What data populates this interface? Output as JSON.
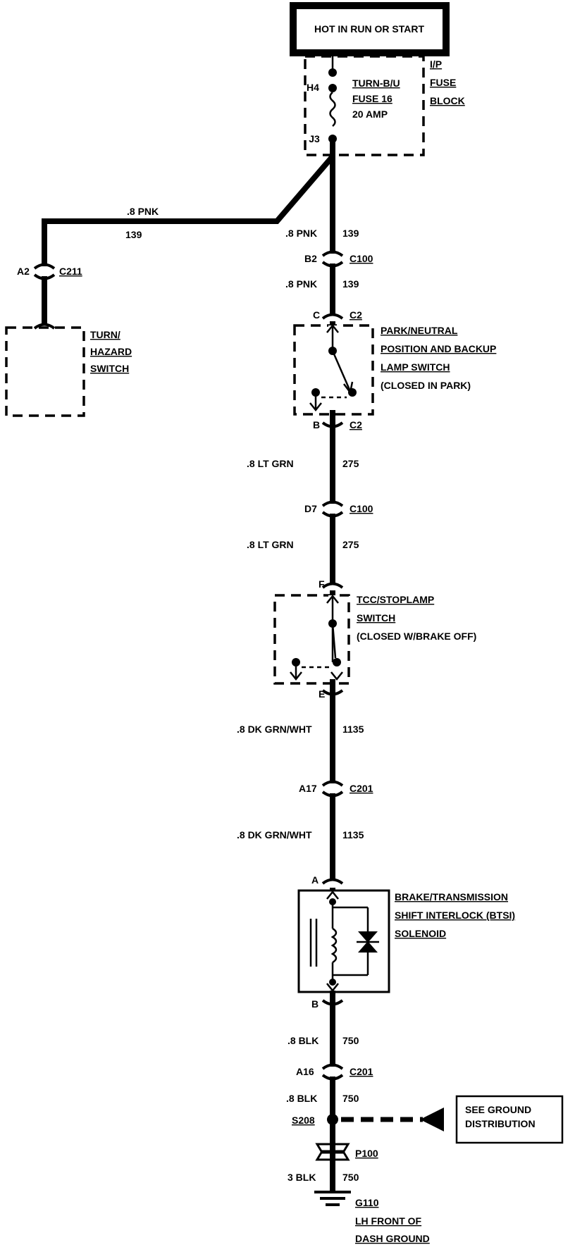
{
  "header": {
    "text": "HOT IN RUN OR START"
  },
  "fuse_block": {
    "name_lines": [
      "I/P",
      "FUSE",
      "BLOCK"
    ],
    "fuse_lines": [
      "TURN-B/U",
      "FUSE 16",
      "20 AMP"
    ],
    "pin_top": "H4",
    "pin_bottom": "J3"
  },
  "branch": {
    "wire": ".8 PNK",
    "circuit": "139"
  },
  "turn_connector": {
    "pin": "A2",
    "name": "C211"
  },
  "turn_switch": {
    "lines": [
      "TURN/",
      "HAZARD",
      "SWITCH"
    ]
  },
  "main": {
    "w1": {
      "wire": ".8 PNK",
      "circuit": "139"
    },
    "c100_1": {
      "pin": "B2",
      "name": "C100"
    },
    "w2": {
      "wire": ".8 PNK",
      "circuit": "139"
    },
    "png_top": {
      "pin": "C",
      "name": "C2"
    },
    "png_switch": {
      "lines": [
        "PARK/NEUTRAL",
        "POSITION AND BACKUP",
        "LAMP SWITCH",
        "(CLOSED IN PARK)"
      ]
    },
    "png_bottom": {
      "pin": "B",
      "name": "C2"
    },
    "w3": {
      "wire": ".8 LT GRN",
      "circuit": "275"
    },
    "c100_2": {
      "pin": "D7",
      "name": "C100"
    },
    "w4": {
      "wire": ".8 LT GRN",
      "circuit": "275"
    },
    "tcc_top": {
      "pin": "F"
    },
    "tcc_switch": {
      "lines": [
        "TCC/STOPLAMP",
        "SWITCH",
        "(CLOSED W/BRAKE OFF)"
      ]
    },
    "tcc_bottom": {
      "pin": "E"
    },
    "w5": {
      "wire": ".8 DK GRN/WHT",
      "circuit": "1135"
    },
    "c201_1": {
      "pin": "A17",
      "name": "C201"
    },
    "w6": {
      "wire": ".8 DK GRN/WHT",
      "circuit": "1135"
    },
    "sol_top": {
      "pin": "A"
    },
    "solenoid": {
      "lines": [
        "BRAKE/TRANSMISSION",
        "SHIFT INTERLOCK (BTSI)",
        "SOLENOID"
      ]
    },
    "sol_bottom": {
      "pin": "B"
    },
    "w7": {
      "wire": ".8 BLK",
      "circuit": "750"
    },
    "c201_2": {
      "pin": "A16",
      "name": "C201"
    },
    "w8": {
      "wire": ".8 BLK",
      "circuit": "750"
    },
    "splice": {
      "name": "S208"
    },
    "ground_ref": {
      "lines": [
        "SEE GROUND",
        "DISTRIBUTION"
      ]
    },
    "pass_thru": {
      "name": "P100"
    },
    "w9": {
      "wire": "3 BLK",
      "circuit": "750"
    },
    "ground": {
      "lines": [
        "G110",
        "LH FRONT OF",
        "DASH GROUND"
      ]
    }
  }
}
